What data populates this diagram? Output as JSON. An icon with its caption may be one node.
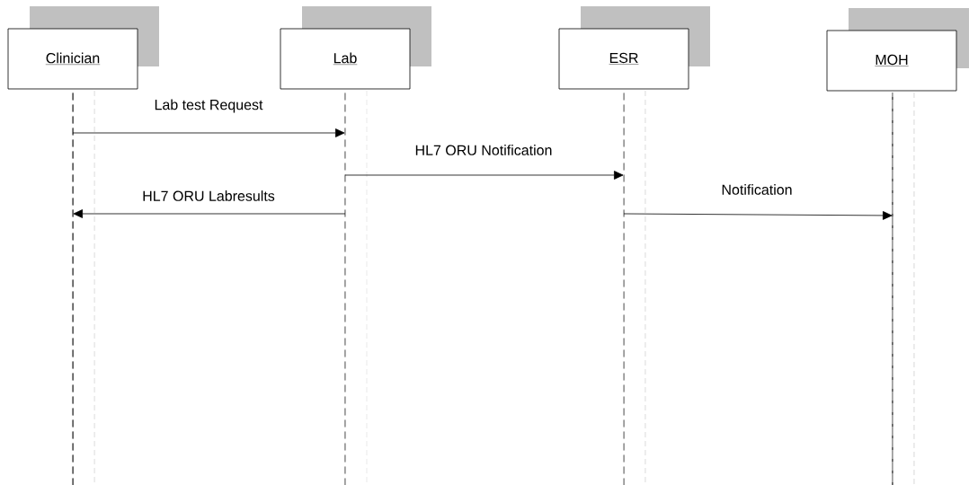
{
  "diagram": {
    "nodes": [
      {
        "text": [
          "Clinician"
        ]
      },
      {
        "text": [
          "Lab"
        ]
      },
      {
        "text": [
          "ESR"
        ]
      },
      {
        "text": [
          "MOH"
        ]
      },
      {
        "text": [],
        "shape": "line"
      },
      {
        "text": [],
        "shape": "line"
      },
      {
        "text": [],
        "shape": "line"
      },
      {
        "text": [],
        "shape": "line"
      }
    ],
    "edges": [
      {
        "from": 4,
        "to": 5,
        "arrow": "to",
        "label": "Lab test Request"
      },
      {
        "from": 5,
        "to": 6,
        "arrow": "to",
        "label": "HL7 ORU Notification"
      },
      {
        "from": 5,
        "to": 4,
        "arrow": "to",
        "label": "HL7 ORU Labresults"
      },
      {
        "from": 6,
        "to": 7,
        "arrow": "to",
        "label": "Notification"
      }
    ]
  }
}
